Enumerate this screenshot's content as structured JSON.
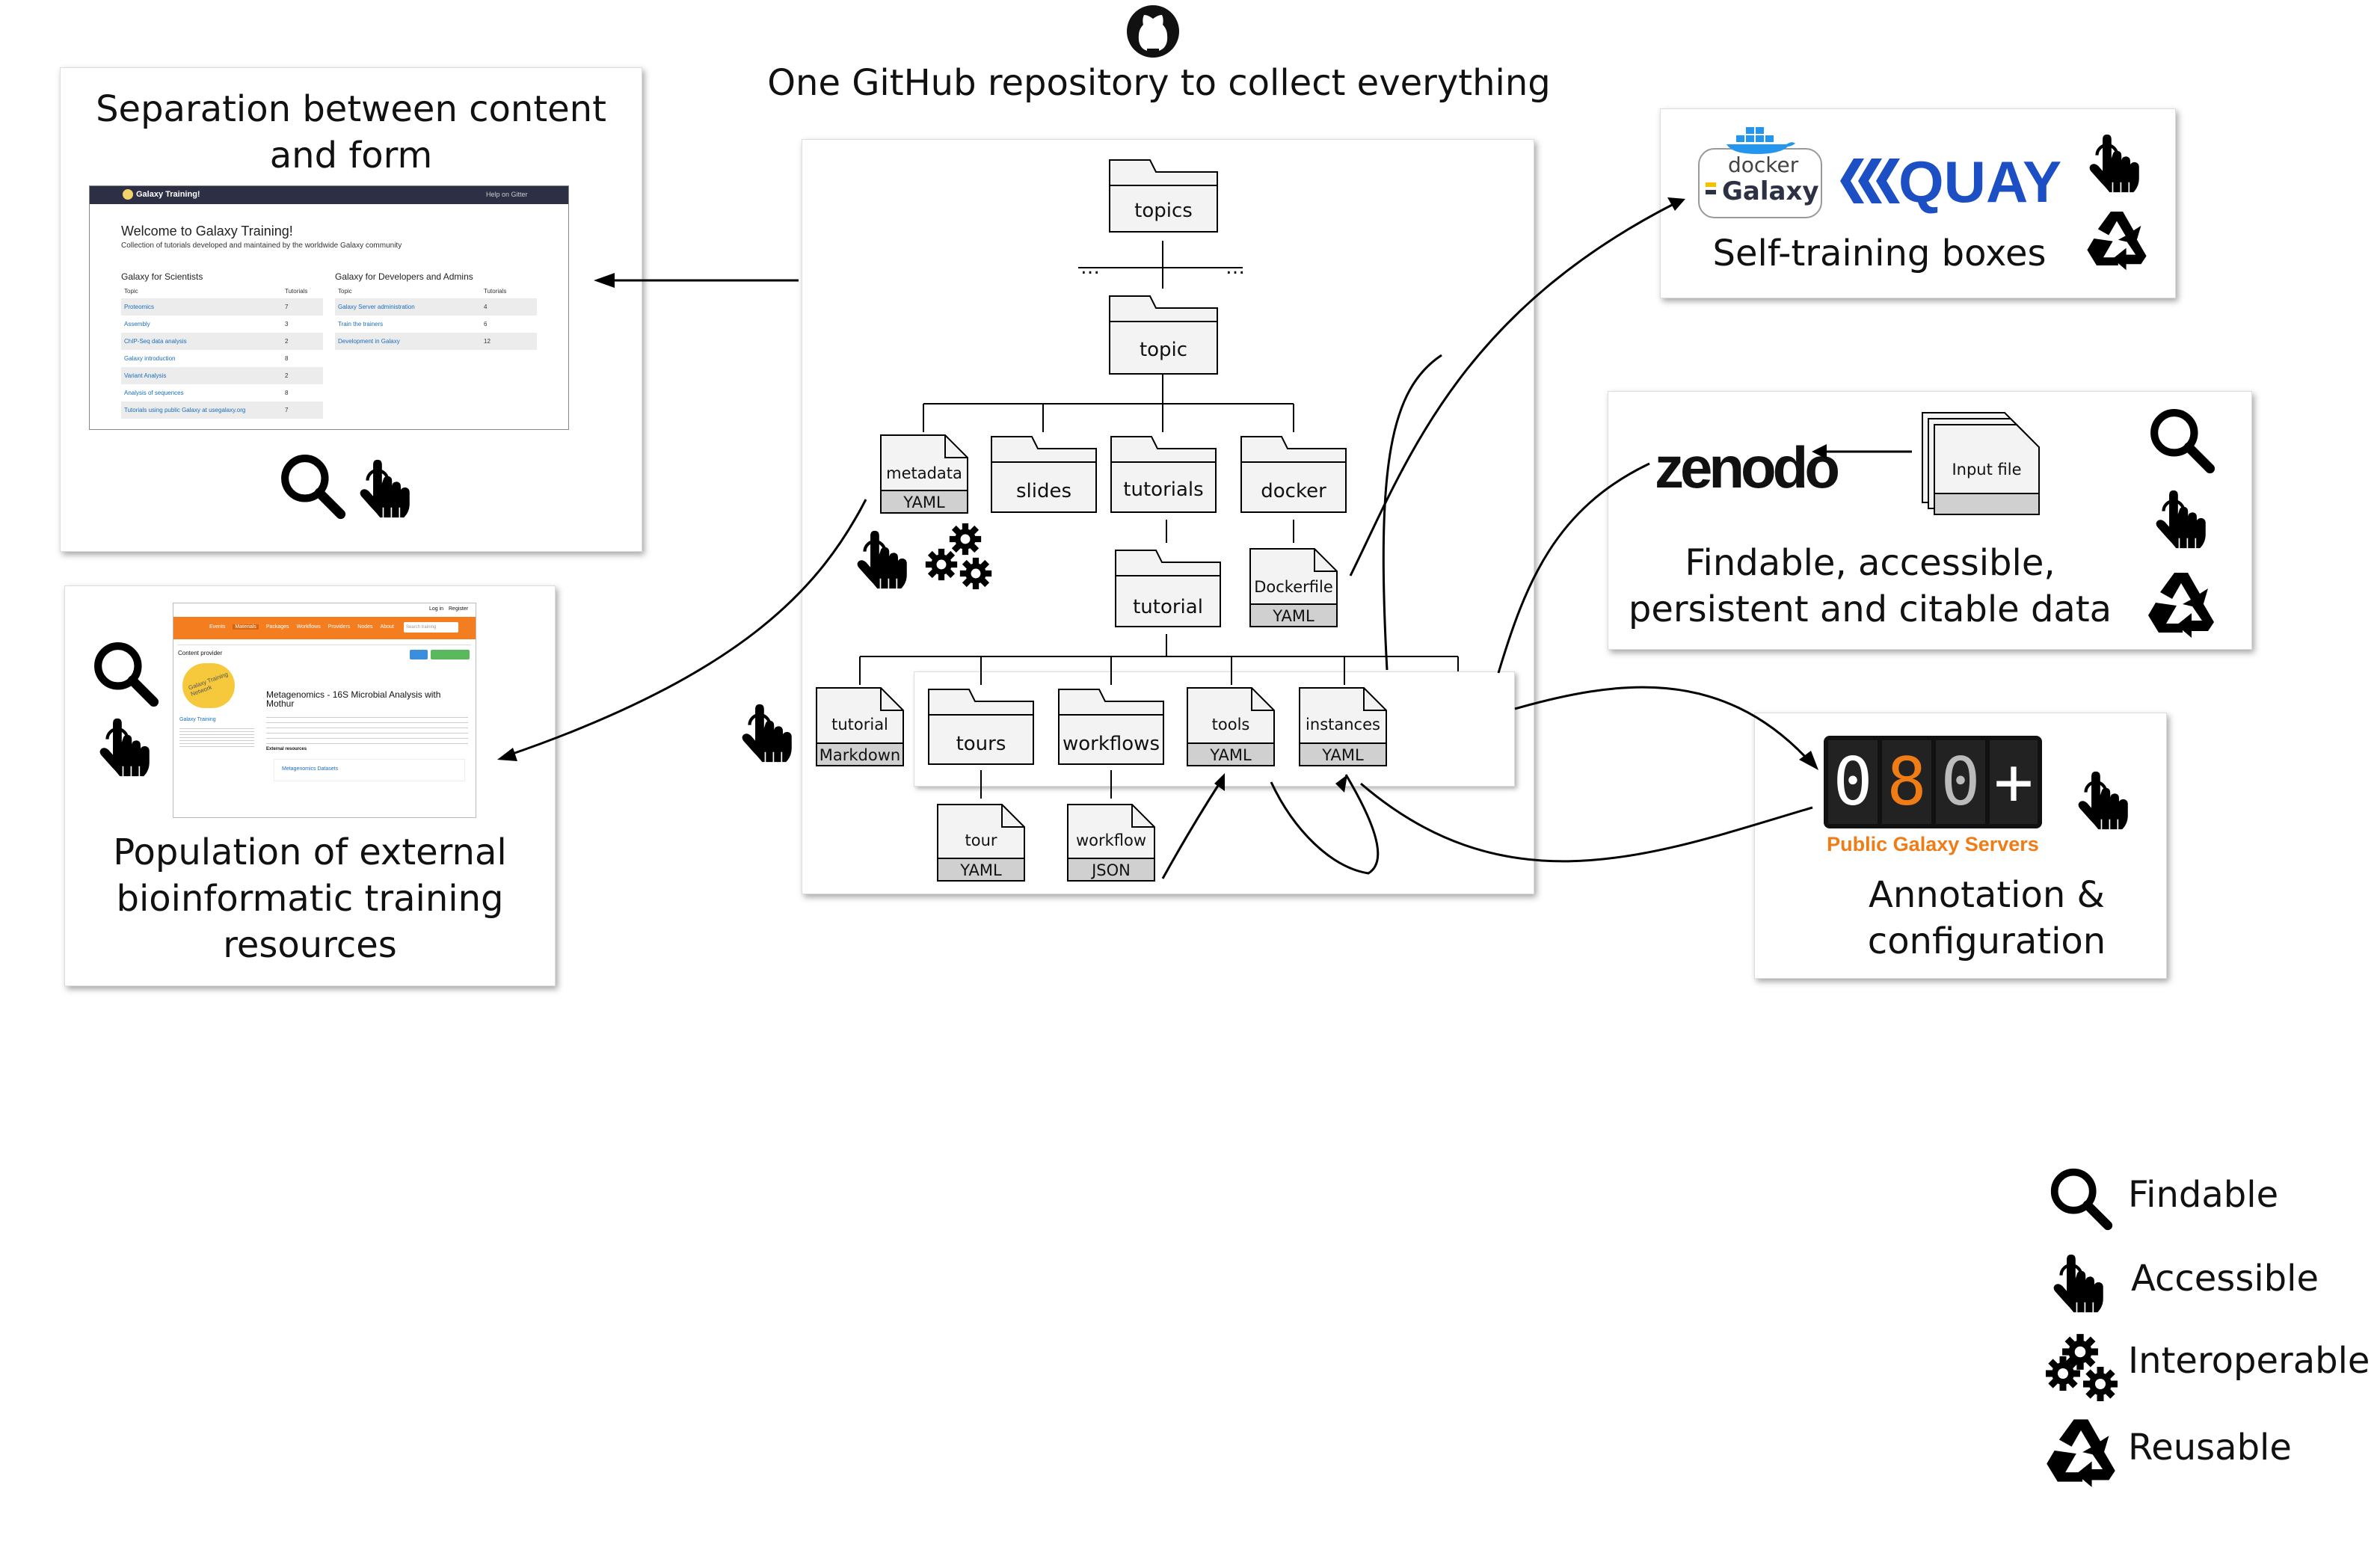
{
  "header": {
    "title": "One GitHub repository to collect everything"
  },
  "cards": {
    "separation": {
      "title_line1": "Separation between content",
      "title_line2": "and form"
    },
    "population": {
      "line1": "Population of external",
      "line2": "bioinformatic training",
      "line3": "resources"
    },
    "selftraining": {
      "title": "Self-training boxes",
      "docker_word": "docker",
      "galaxy_word": "Galaxy",
      "quay_word": "QUAY"
    },
    "fair_data": {
      "line1": "Findable, accessible,",
      "line2": "persistent and citable data",
      "zenodo_word": "zenodo",
      "input_file": "Input file"
    },
    "annotation": {
      "line1": "Annotation &",
      "line2": "configuration",
      "counter_digits": [
        "0",
        "8",
        "0",
        "+"
      ],
      "servers_label": "Public Galaxy Servers"
    }
  },
  "tree": {
    "topics": "topics",
    "ellipsis": "…",
    "topic": "topic",
    "metadata": "metadata",
    "metadata_type": "YAML",
    "slides": "slides",
    "tutorials": "tutorials",
    "docker": "docker",
    "tutorial_folder": "tutorial",
    "dockerfile": "Dockerfile",
    "dockerfile_type": "YAML",
    "tutorial_file": "tutorial",
    "tutorial_file_type": "Markdown",
    "tours": "tours",
    "workflows": "workflows",
    "tools": "tools",
    "tools_type": "YAML",
    "instances": "instances",
    "instances_type": "YAML",
    "tour_file": "tour",
    "tour_type": "YAML",
    "workflow_file": "workflow",
    "workflow_type": "JSON"
  },
  "website": {
    "brand": "Galaxy Training!",
    "help": "Help on Gitter",
    "welcome": "Welcome to Galaxy Training!",
    "subtitle": "Collection of tutorials developed and maintained by the worldwide Galaxy community",
    "col1": {
      "heading": "Galaxy for Scientists",
      "topic_header": "Topic",
      "tut_header": "Tutorials",
      "rows": [
        [
          "Proteomics",
          "7"
        ],
        [
          "Assembly",
          "3"
        ],
        [
          "ChIP-Seq data analysis",
          "2"
        ],
        [
          "Galaxy introduction",
          "8"
        ],
        [
          "Variant Analysis",
          "2"
        ],
        [
          "Analysis of sequences",
          "8"
        ],
        [
          "Tutorials using public Galaxy at usegalaxy.org",
          "7"
        ]
      ]
    },
    "col2": {
      "heading": "Galaxy for Developers and Admins",
      "topic_header": "Topic",
      "tut_header": "Tutorials",
      "rows": [
        [
          "Galaxy Server administration",
          "4"
        ],
        [
          "Train the trainers",
          "6"
        ],
        [
          "Development in Galaxy",
          "12"
        ]
      ]
    }
  },
  "tess": {
    "nav": [
      "Events",
      "Materials",
      "Packages",
      "Workflows",
      "Providers",
      "Nodes",
      "About"
    ],
    "search": "Search training",
    "login": "Log in",
    "register": "Register",
    "provider_label": "Content provider",
    "badge_text": "Galaxy Training Network",
    "provider_link": "Galaxy Training",
    "title": "Metagenomics - 16S Microbial Analysis with Mothur",
    "dataset": "Metagenomics Datasets",
    "ext_label": "External resources"
  },
  "legend": [
    {
      "icon": "magnifier-icon",
      "label": "Findable"
    },
    {
      "icon": "hand-pointer-icon",
      "label": "Accessible"
    },
    {
      "icon": "gears-icon",
      "label": "Interoperable"
    },
    {
      "icon": "recycle-icon",
      "label": "Reusable"
    }
  ],
  "colors": {
    "tess_orange": "#f47d20",
    "quay_blue": "#1d4fc4",
    "docker_blue": "#2496ed",
    "servers_orange": "#f07c16",
    "site_header": "#2d2f44"
  }
}
